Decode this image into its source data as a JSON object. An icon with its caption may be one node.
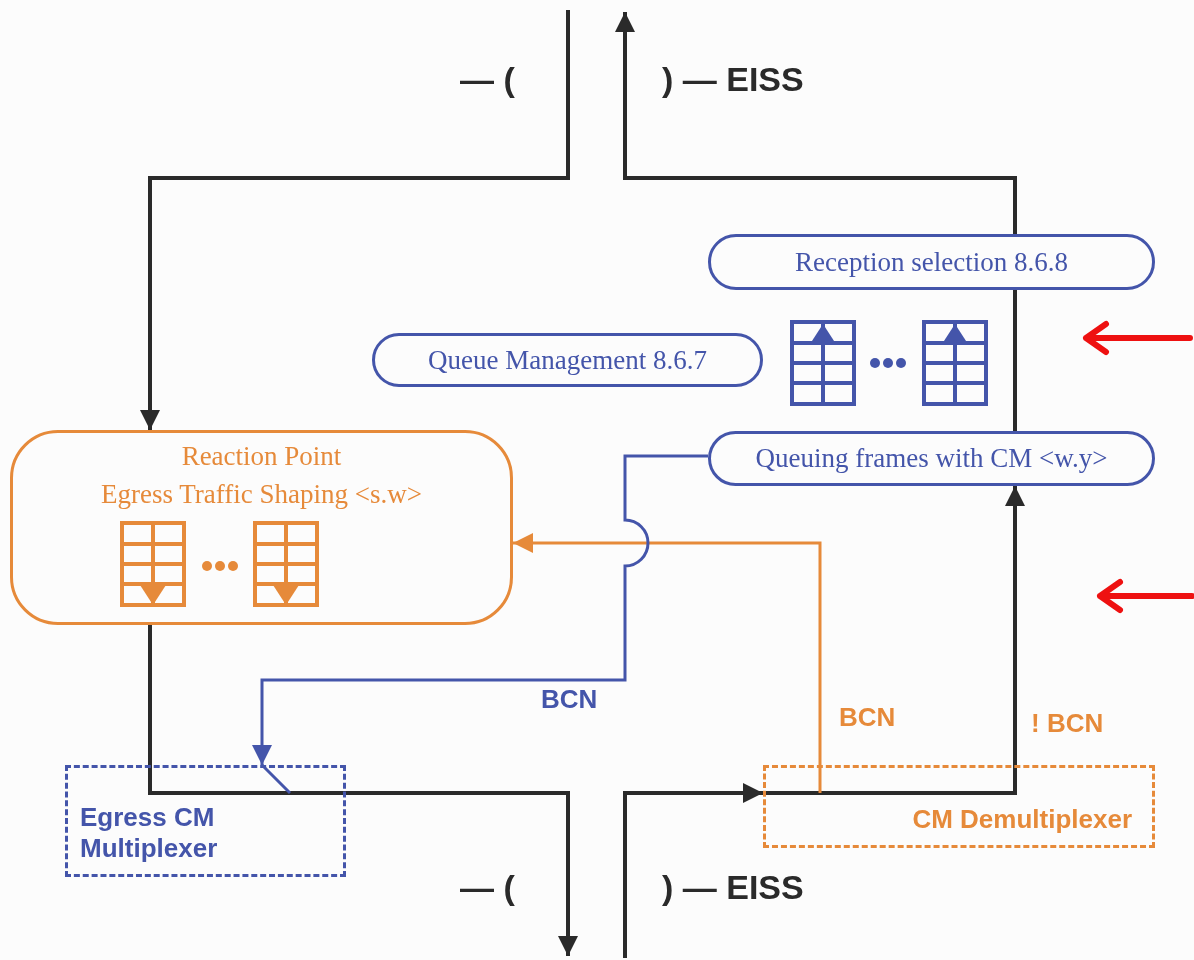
{
  "diagram": {
    "nodes": [
      {
        "text": [
          "Reception selection 8.6.8"
        ]
      },
      {
        "text": [
          "Queue Management 8.6.7"
        ]
      },
      {
        "text": [
          "Queuing frames with CM <w.y>"
        ]
      },
      {
        "text": [
          "Reaction Point",
          "Egress Traffic Shaping <s.w>"
        ]
      },
      {
        "text": [
          "Egress CM Multiplexer"
        ]
      },
      {
        "text": [
          "CM Demultiplexer"
        ]
      }
    ],
    "edges": [
      {
        "from": null,
        "to": 3,
        "arrow": "to"
      },
      {
        "from": 3,
        "to": 4,
        "arrow": "none"
      },
      {
        "from": 4,
        "to": null,
        "arrow": "to"
      },
      {
        "from": null,
        "to": 5,
        "arrow": "to"
      },
      {
        "from": 5,
        "to": 3,
        "arrow": "to",
        "label": "BCN",
        "color": "#e68a3a"
      },
      {
        "from": 5,
        "to": 2,
        "arrow": "to",
        "label": "! BCN"
      },
      {
        "from": 2,
        "to": 0,
        "arrow": "none"
      },
      {
        "from": 0,
        "to": null,
        "arrow": "to"
      },
      {
        "from": 2,
        "to": 4,
        "arrow": "to",
        "label": "BCN",
        "color": "#4455aa"
      }
    ],
    "labels": [
      "— (",
      ") — EISS",
      "— (",
      ") — EISS"
    ]
  }
}
